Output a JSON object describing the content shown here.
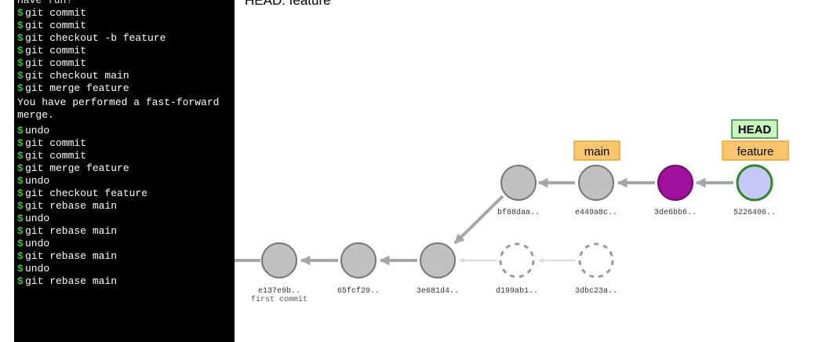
{
  "status": {
    "head_text": "HEAD: feature"
  },
  "terminal": {
    "banner": "Have fun!",
    "prompt": "$",
    "lines_before": [
      "git commit",
      "git commit",
      "git checkout -b feature",
      "git commit",
      "git commit",
      "git checkout main",
      "git merge feature"
    ],
    "message": "You have performed a fast-forward merge.",
    "lines_after": [
      "undo",
      "git commit",
      "git commit",
      "git merge feature",
      "undo",
      "git checkout feature",
      "git rebase main",
      "undo",
      "git rebase main",
      "undo",
      "git rebase main",
      "undo",
      "git rebase main"
    ]
  },
  "graph": {
    "commits": {
      "e137e9b": {
        "sha": "e137e9b..",
        "note": "first commit"
      },
      "65fcf29": {
        "sha": "65fcf29.."
      },
      "3e681d4": {
        "sha": "3e681d4.."
      },
      "d199ab1": {
        "sha": "d199ab1.."
      },
      "3dbc23a": {
        "sha": "3dbc23a.."
      },
      "bf88daa": {
        "sha": "bf88daa.."
      },
      "e449a8c": {
        "sha": "e449a8c.."
      },
      "3de6bb6": {
        "sha": "3de6bb6.."
      },
      "5226406": {
        "sha": "5226406.."
      }
    },
    "labels": {
      "main": "main",
      "head": "HEAD",
      "feature": "feature"
    },
    "colors": {
      "commit_fill": "#c0c0c0",
      "commit_stroke": "#777777",
      "purple_commit": "#a0109c",
      "head_commit_fill": "#c8c8f8",
      "head_commit_stroke": "#2a8a27",
      "arrow": "#a6a6a6",
      "ghost": "#999999"
    }
  }
}
